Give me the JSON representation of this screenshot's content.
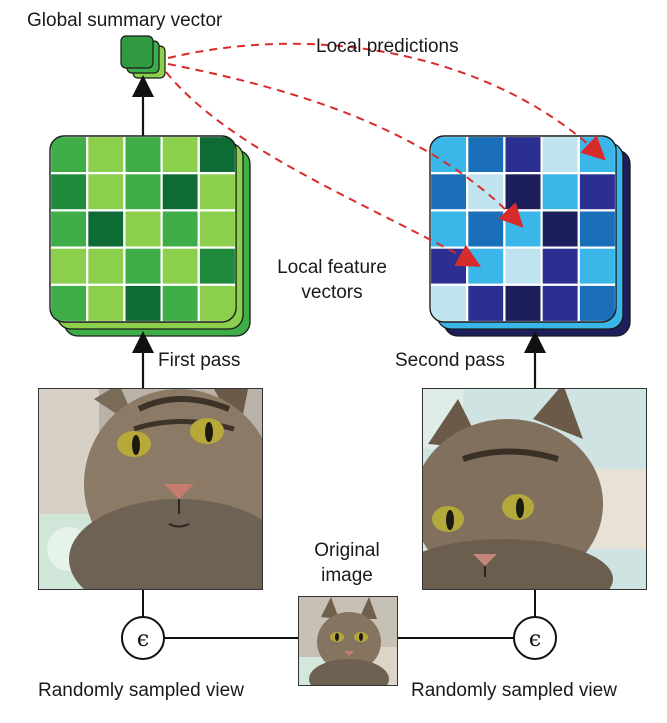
{
  "labels": {
    "global_summary_vector": "Global summary vector",
    "local_predictions": "Local predictions",
    "local_feature_vectors_line1": "Local feature",
    "local_feature_vectors_line2": "vectors",
    "first_pass": "First pass",
    "second_pass": "Second pass",
    "original_image_line1": "Original",
    "original_image_line2": "image",
    "random_view_left": "Randomly sampled view",
    "random_view_right": "Randomly sampled view",
    "epsilon_symbol": "ϵ"
  },
  "colors": {
    "green_palette": [
      "#3fae49",
      "#8ccf4d",
      "#1f8a3c",
      "#0f6b34"
    ],
    "blue_palette": [
      "#3ab7e8",
      "#1a6fb8",
      "#2b2f91",
      "#bfe3ef",
      "#1d1f5c"
    ],
    "arrow_red": "#d82c2c",
    "line_black": "#111111"
  },
  "icons": {
    "global_vector": "stacked-green-squares-icon",
    "epsilon": "epsilon-circle-icon"
  }
}
